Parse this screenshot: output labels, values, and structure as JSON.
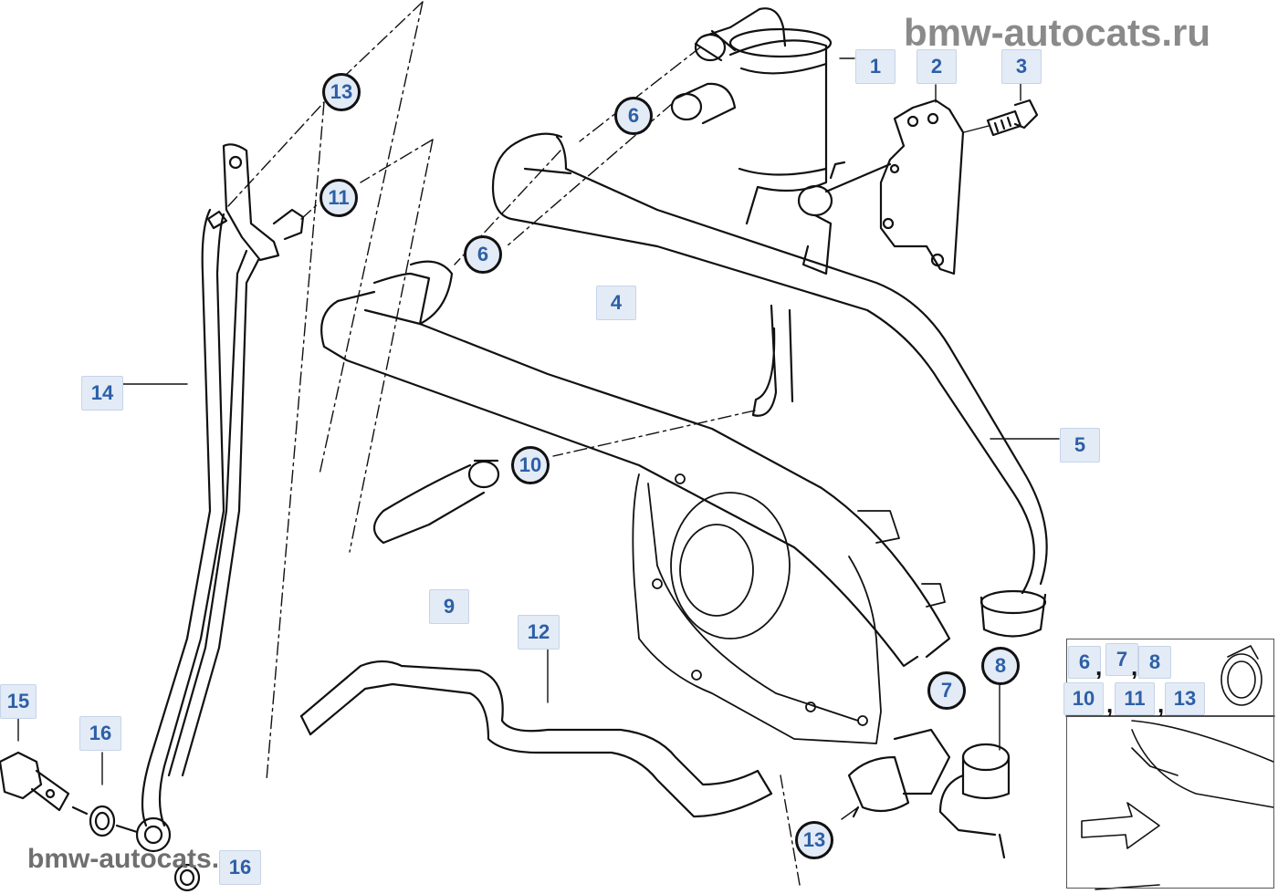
{
  "watermark": {
    "top": "bmw-autocats.ru",
    "bottom": "bmw-autocats.ru"
  },
  "callouts": {
    "p1": "1",
    "p2": "2",
    "p3": "3",
    "p4": "4",
    "p5": "5",
    "p6a": "6",
    "p6b": "6",
    "p7": "7",
    "p8": "8",
    "p9": "9",
    "p10": "10",
    "p11": "11",
    "p12": "12",
    "p13a": "13",
    "p13b": "13",
    "p14": "14",
    "p15": "15",
    "p16a": "16",
    "p16b": "16"
  },
  "kit": {
    "row1": [
      "6",
      "7",
      "8"
    ],
    "row2": [
      "10",
      "11",
      "13"
    ],
    "separator": ","
  },
  "colors": {
    "label_text": "#2d5fa6",
    "label_fill": "#e3ebf6",
    "line": "#111111",
    "watermark": "#8a8a8a"
  }
}
